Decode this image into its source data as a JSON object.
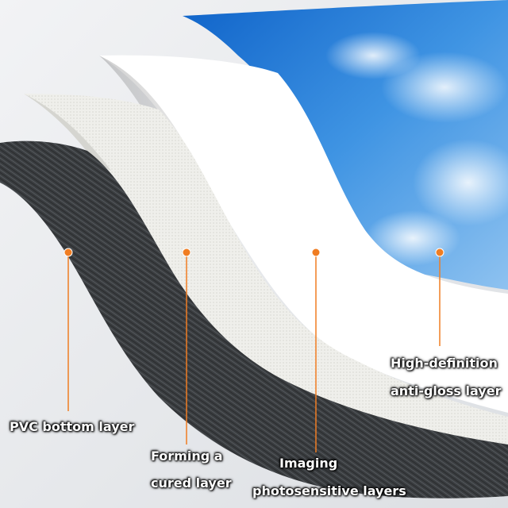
{
  "labels": {
    "pvc_bottom": "PVC bottom layer",
    "forming_line1": "Forming a",
    "forming_line2": "cured layer",
    "imaging_line1": "Imaging",
    "imaging_line2": "photosensitive layers",
    "hd_line1": "High-definition",
    "hd_line2": "anti-gloss layer"
  },
  "colors": {
    "callout_orange": "#f07d22",
    "label_text": "#ffffff",
    "pvc_fabric": "#3a3d40",
    "cured_layer": "#eeeeea",
    "imaging_layer": "#ffffff",
    "sky_blue": "#2f86da"
  }
}
